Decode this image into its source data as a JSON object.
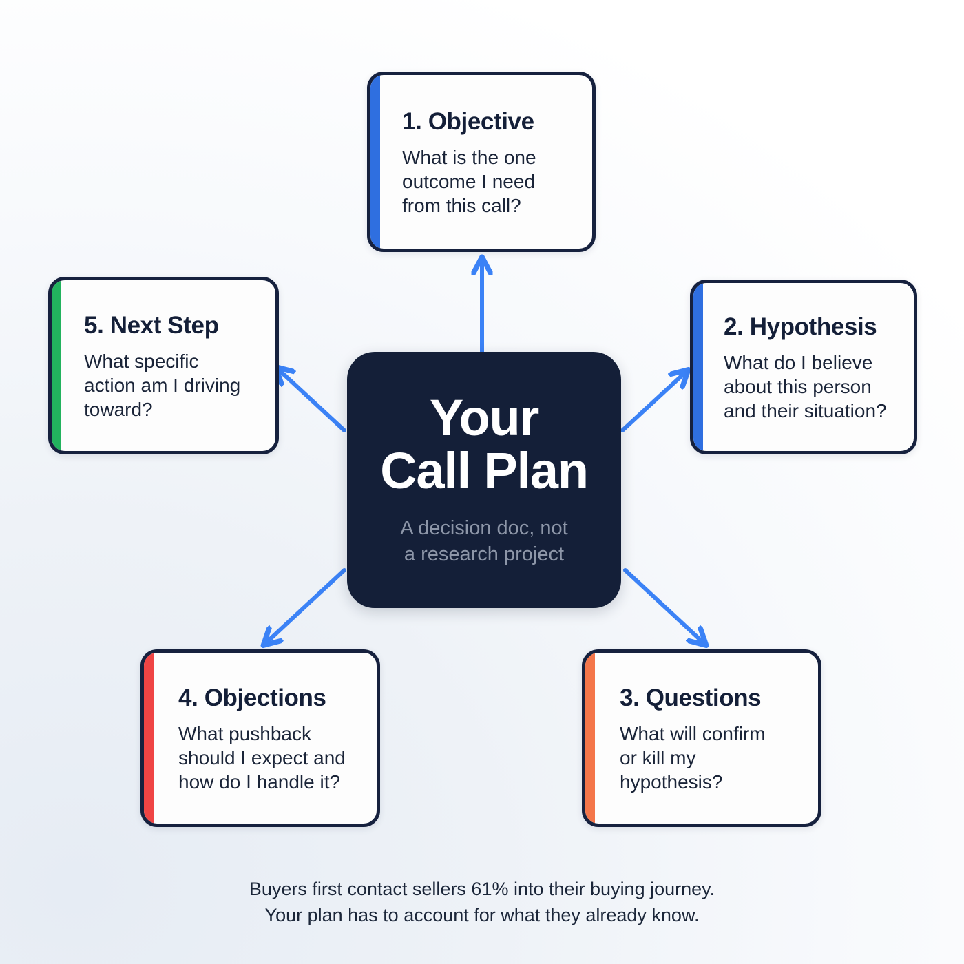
{
  "theme": {
    "background": "#eef2f7",
    "card_border": "#16213e",
    "card_surface": "#fdfdfd",
    "hub_surface": "#141f38",
    "arrow": "#3b82f6",
    "title_text": "#141f38",
    "body_text": "#1a2438",
    "hub_title_text": "#ffffff",
    "hub_subtitle_text": "#8d96a8"
  },
  "hub": {
    "title": "Your\nCall Plan",
    "subtitle": "A decision doc, not\na research project"
  },
  "cards": [
    {
      "id": "objective",
      "number": "1.",
      "title": "1. Objective",
      "description": "What is the one\noutcome I need\nfrom this call?",
      "accent_color": "#2f6fe0",
      "accent_name": "blue"
    },
    {
      "id": "hypothesis",
      "number": "2.",
      "title": "2. Hypothesis",
      "description": "What do I believe\nabout this person\nand their situation?",
      "accent_color": "#2f6fe0",
      "accent_name": "blue"
    },
    {
      "id": "questions",
      "number": "3.",
      "title": "3. Questions",
      "description": "What will confirm\nor kill my\nhypothesis?",
      "accent_color": "#f4764a",
      "accent_name": "orange"
    },
    {
      "id": "objections",
      "number": "4.",
      "title": "4. Objections",
      "description": "What pushback\nshould I expect and\nhow do I handle it?",
      "accent_color": "#ef4444",
      "accent_name": "red"
    },
    {
      "id": "nextstep",
      "number": "5.",
      "title": "5. Next Step",
      "description": "What specific\naction am I driving\ntoward?",
      "accent_color": "#22b35e",
      "accent_name": "green"
    }
  ],
  "connectors": [
    {
      "from": "hub",
      "to": "objective",
      "direction": "up"
    },
    {
      "from": "hub",
      "to": "hypothesis",
      "direction": "up-right"
    },
    {
      "from": "hub",
      "to": "questions",
      "direction": "down-right"
    },
    {
      "from": "hub",
      "to": "objections",
      "direction": "down-left"
    },
    {
      "from": "hub",
      "to": "nextstep",
      "direction": "up-left"
    }
  ],
  "footer": {
    "line1": "Buyers first contact sellers 61% into their buying journey.",
    "line2": "Your plan has to account for what they already know."
  }
}
